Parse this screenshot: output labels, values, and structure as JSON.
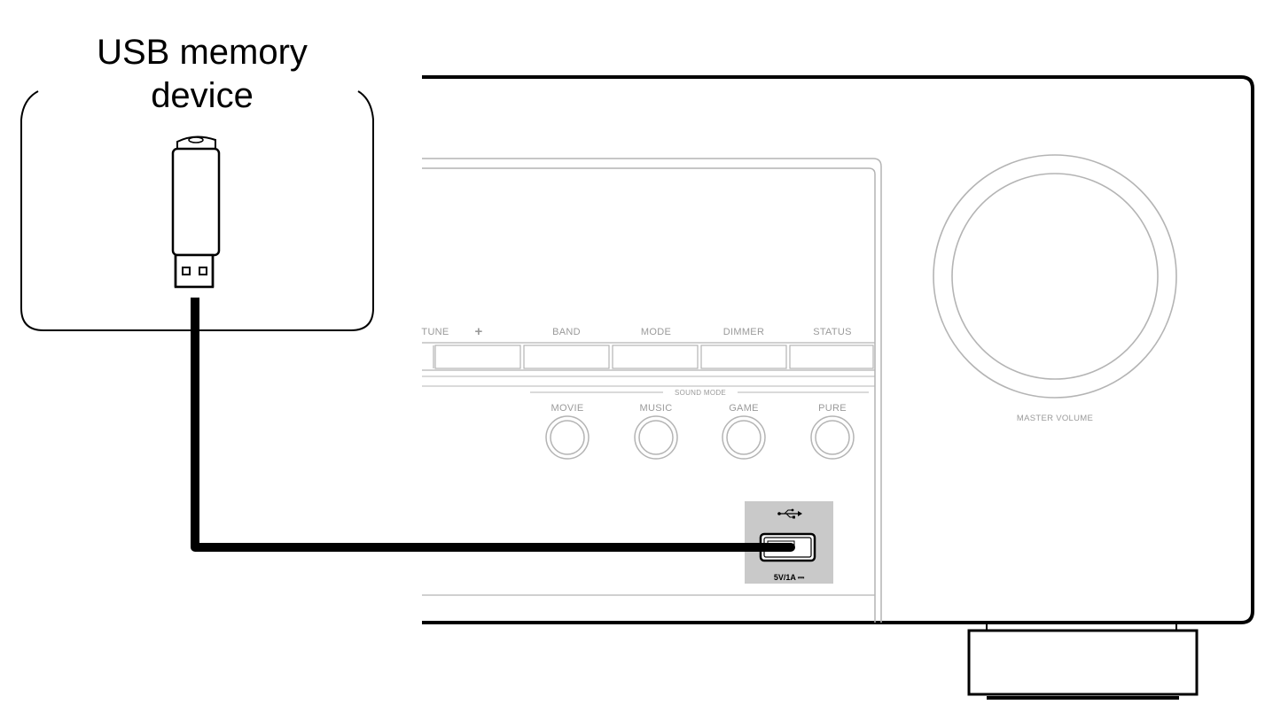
{
  "title": {
    "line1": "USB memory",
    "line2": "device"
  },
  "receiver": {
    "front_buttons": [
      "TUNE",
      "+",
      "BAND",
      "MODE",
      "DIMMER",
      "STATUS"
    ],
    "sound_mode_title": "SOUND MODE",
    "sound_mode_buttons": [
      "MOVIE",
      "MUSIC",
      "GAME",
      "PURE"
    ],
    "volume_label": "MASTER VOLUME",
    "usb_port_rating": "5V/1A ⎓",
    "usb_symbol_icon": "usb-symbol-icon"
  },
  "colors": {
    "outline": "#000000",
    "panel_grey": "#b4b4b4",
    "text_grey": "#9a9a9a",
    "usb_panel_fill": "#c9c9c9"
  }
}
